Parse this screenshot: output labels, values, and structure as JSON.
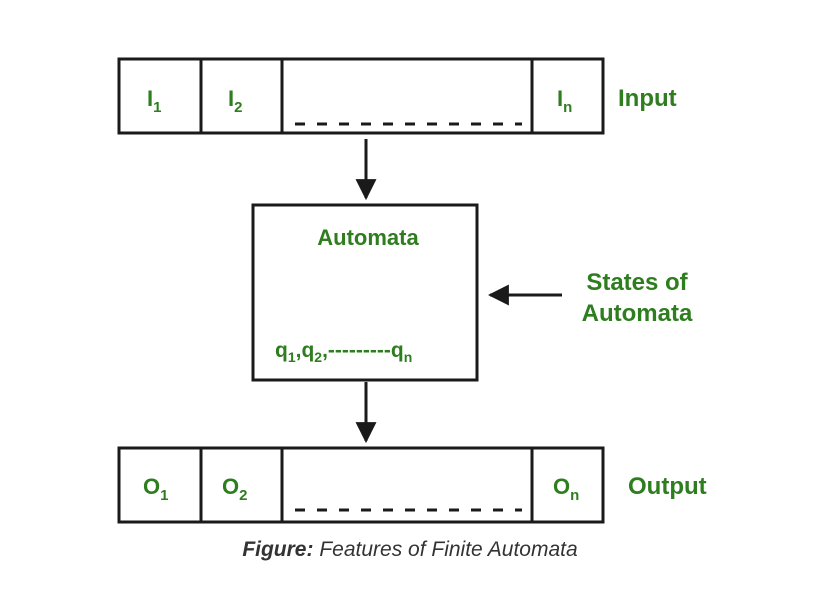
{
  "colors": {
    "label": "#2e7d1f",
    "line": "#1a1a1a",
    "caption": "#333333"
  },
  "input_tape": {
    "cells": [
      {
        "base": "I",
        "sub": "1"
      },
      {
        "base": "I",
        "sub": "2"
      },
      {
        "base": "I",
        "sub": "n"
      }
    ],
    "label": "Input"
  },
  "automata": {
    "title": "Automata",
    "states": {
      "q1": "q",
      "sub1": "1",
      "sep1": ",",
      "q2": "q",
      "sub2": "2",
      "dashes": ",---------",
      "qn": "q",
      "subn": "n"
    }
  },
  "states_label": {
    "line1": "States of",
    "line2": "Automata"
  },
  "output_tape": {
    "cells": [
      {
        "base": "O",
        "sub": "1"
      },
      {
        "base": "O",
        "sub": "2"
      },
      {
        "base": "O",
        "sub": "n"
      }
    ],
    "label": "Output"
  },
  "caption": {
    "bold": "Figure:",
    "text": " Features of Finite Automata"
  }
}
